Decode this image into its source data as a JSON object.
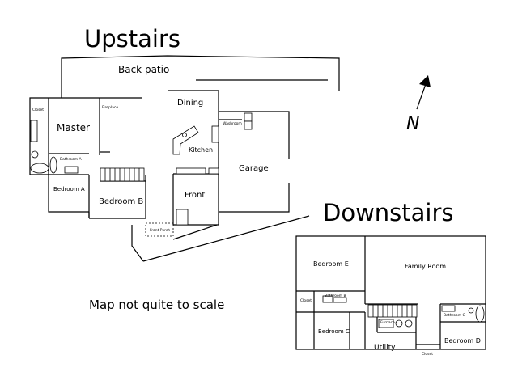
{
  "titles": {
    "upstairs": "Upstairs",
    "downstairs": "Downstairs",
    "compass": "N",
    "note": "Map not quite to scale"
  },
  "upstairs": {
    "back_patio": "Back patio",
    "closet": "Closet",
    "master": "Master",
    "fireplace": "Fireplace",
    "dining": "Dining",
    "washroom": "Washroom",
    "kitchen": "Kitchen",
    "bathroom_a": "Bathroom A",
    "garage": "Garage",
    "bedroom_a": "Bedroom A",
    "bedroom_b": "Bedroom B",
    "front": "Front",
    "front_porch": "Front Porch"
  },
  "downstairs": {
    "bedroom_e": "Bedroom E",
    "family_room": "Family Room",
    "closet_e": "Closet",
    "bathroom_b": "Bathroom B",
    "bathroom_c": "Bathroom C",
    "furnace": "Furnace",
    "bedroom_c": "Bedroom C",
    "bedroom_d": "Bedroom D",
    "utility": "Utility",
    "closet_d": "Closet"
  }
}
